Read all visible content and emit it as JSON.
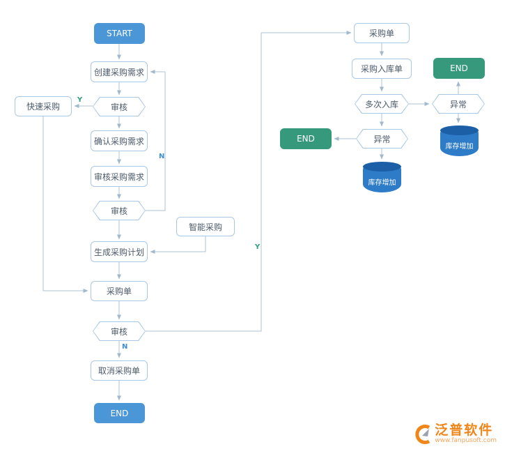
{
  "diagram": {
    "nodes": {
      "start": "START",
      "create_req": "创建采购需求",
      "review1": "审核",
      "quick_purchase": "快速采购",
      "confirm_req": "确认采购需求",
      "review_req": "审核采购需求",
      "review2": "审核",
      "smart_purchase": "智能采购",
      "gen_plan": "生成采购计划",
      "purchase_order": "采购单",
      "review3": "审核",
      "cancel_order": "取消采购单",
      "end_left": "END",
      "purchase_order_right": "采购单",
      "inbound_order": "采购入库单",
      "multi_inbound": "多次入库",
      "abnormal_right": "异常",
      "end_right_top": "END",
      "stock_increase_right": "库存增加",
      "abnormal_mid": "异常",
      "end_mid": "END",
      "stock_increase_mid": "库存增加"
    },
    "edge_labels": {
      "y1": "Y",
      "n1": "N",
      "y2": "Y",
      "n2": "N"
    }
  },
  "branding": {
    "name": "泛普软件",
    "url": "www.fanpusoft.com"
  },
  "colors": {
    "node_blue": "#4a96d6",
    "node_green": "#37997c",
    "box_border": "#a9c7e6",
    "cylinder_top": "#1c5fa6",
    "cylinder_body": "#2e7bc8",
    "edge_line": "#aec3d6",
    "label_y": "#2fa084",
    "label_n": "#3e8fd0",
    "brand_orange": "#f08519"
  }
}
